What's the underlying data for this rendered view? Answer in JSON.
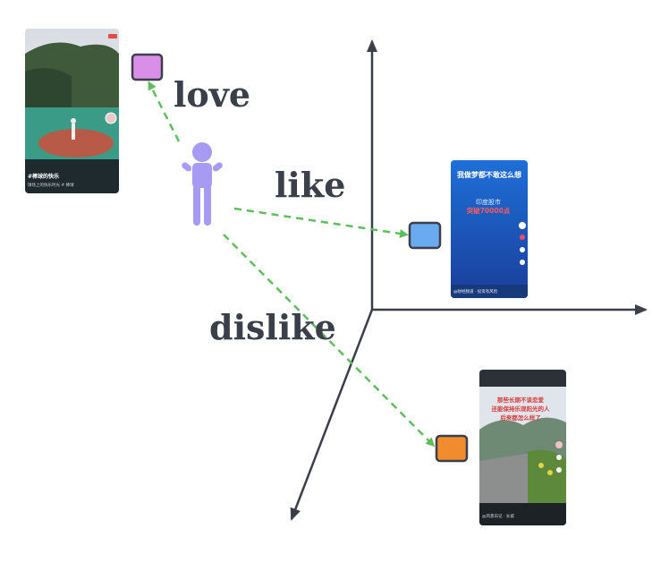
{
  "relations": {
    "love": "love",
    "like": "like",
    "dislike": "dislike"
  },
  "colors": {
    "love_square": "#d98ee8",
    "like_square": "#6aaaf0",
    "dislike_square": "#f08c2e",
    "person": "#a79af2",
    "dashed_arrow": "#5cbf5c",
    "axis": "#3b3f4a",
    "label_text": "#3b3f4a"
  },
  "videos": {
    "baseball": {
      "caption": "#棒球的快乐",
      "subcaption": "球场上的快乐时光 # 棒球"
    },
    "stock": {
      "headline": "我做梦都不敢这么想",
      "line1": "印度股市",
      "line2": "突破70000点",
      "footer": "@财经频道 · 投资有风险"
    },
    "wall": {
      "line1": "那些长期不谈恋爱",
      "line2": "还能保持乐观阳光的人",
      "line3": "后来都怎么样了",
      "footer": "@风景日记 · 长城"
    }
  }
}
